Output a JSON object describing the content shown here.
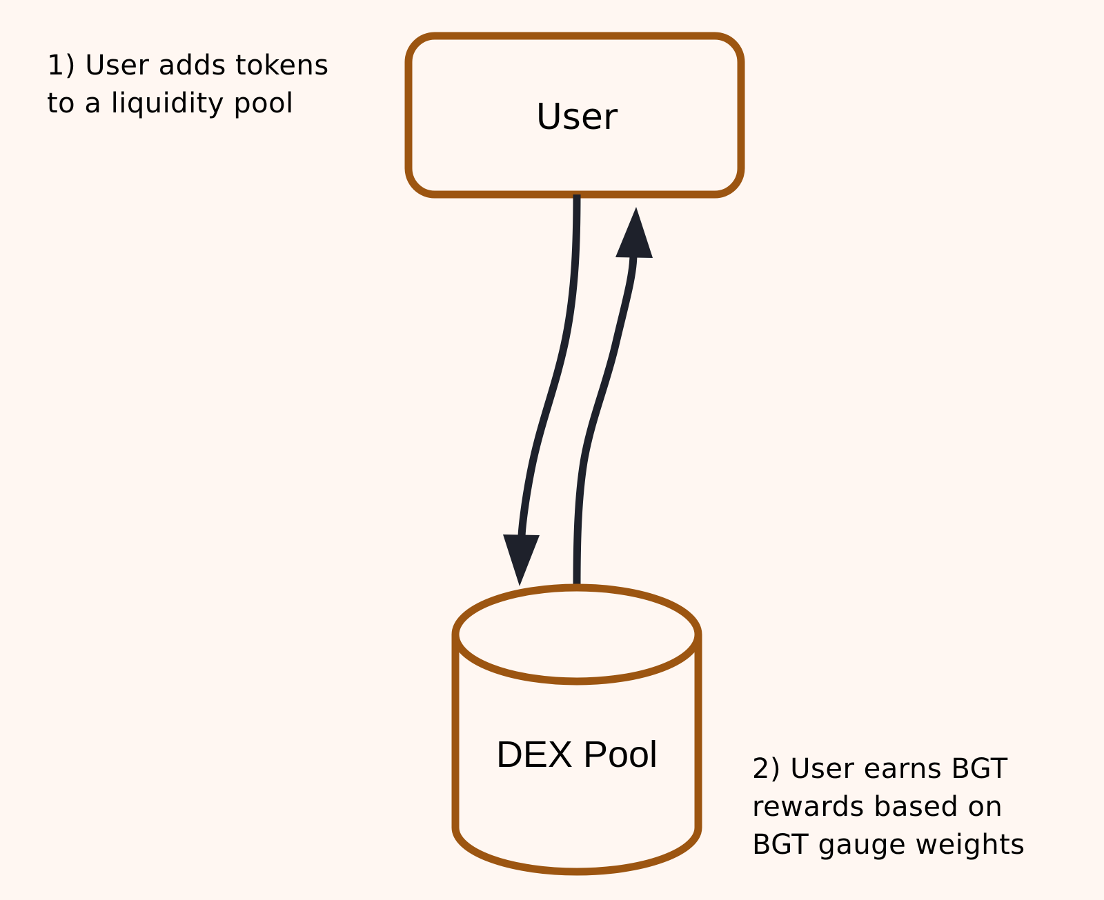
{
  "colors": {
    "background": "#fff7f2",
    "node_stroke": "#9c5511",
    "node_fill": "#fff7f2",
    "arrow": "#1e212b",
    "text": "#000000"
  },
  "nodes": {
    "user": {
      "label": "User",
      "shape": "rounded-rectangle"
    },
    "pool": {
      "label": "DEX Pool",
      "shape": "cylinder"
    }
  },
  "edges": [
    {
      "from": "User",
      "to": "DEX Pool",
      "meaning": "add tokens"
    },
    {
      "from": "DEX Pool",
      "to": "User",
      "meaning": "BGT rewards"
    }
  ],
  "annotations": {
    "step1": "1) User adds tokens\nto a liquidity pool",
    "step2": "2) User earns BGT\nrewards based on\nBGT gauge weights"
  }
}
